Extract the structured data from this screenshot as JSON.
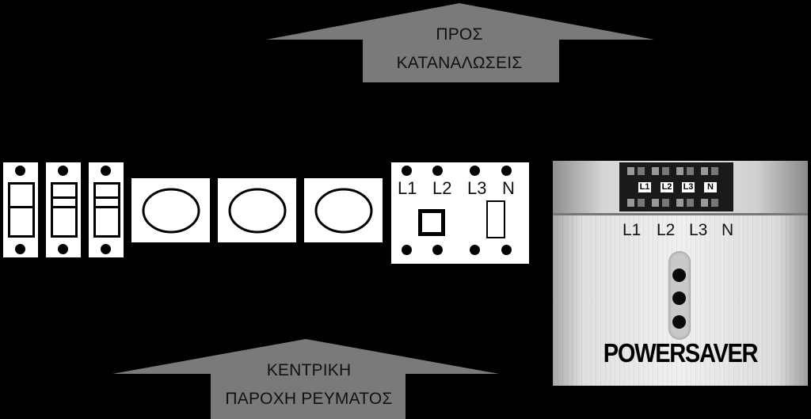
{
  "top_arrow": {
    "line1": "ΠΡΟΣ",
    "line2": "ΚΑΤΑΝΑΛΩΣΕΙΣ"
  },
  "bottom_arrow": {
    "line1": "ΚΕΝΤΡΙΚΗ",
    "line2": "ΠΑΡΟΧΗ ΡΕΥΜΑΤΟΣ"
  },
  "switch_labels": [
    "L1",
    "L2",
    "L3",
    "N"
  ],
  "terminal_block_labels": [
    "L1",
    "L2",
    "L3",
    "N"
  ],
  "powersaver": {
    "phase_labels": [
      "L1",
      "L2",
      "L3",
      "N"
    ],
    "brand": "POWERSAVER"
  },
  "colors": {
    "background": "#000000",
    "arrow": "#7a7a7a",
    "panel": "#ffffff",
    "device": "#d9d9d9"
  }
}
